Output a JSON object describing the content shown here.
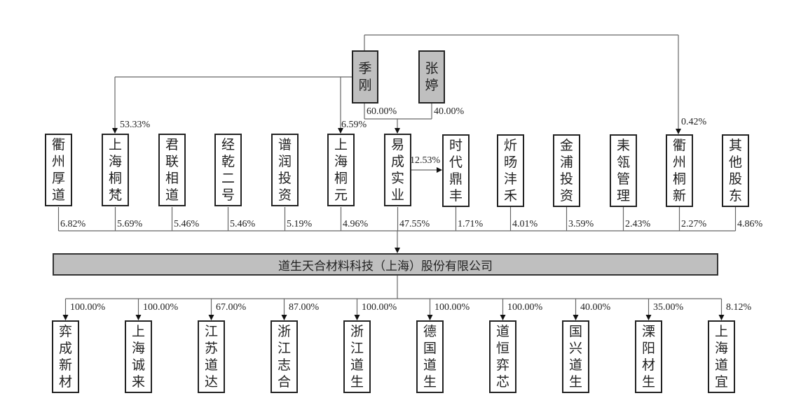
{
  "diagram_type": "equity-structure",
  "persons": [
    {
      "name": "季刚",
      "chars": [
        "季",
        "刚"
      ],
      "stake_in_yicheng": "60.00%"
    },
    {
      "name": "张婷",
      "chars": [
        "张",
        "婷"
      ],
      "stake_in_yicheng": "40.00%"
    }
  ],
  "jigang_other_stakes": [
    {
      "target": "上海桐梵",
      "pct": "53.33%"
    },
    {
      "target": "上海桐元",
      "pct": "6.59%"
    },
    {
      "target": "衢州桐新",
      "pct": "0.42%"
    }
  ],
  "yicheng_stake_in_shidai": "12.53%",
  "shareholders": [
    {
      "name": "衢州厚道",
      "chars": [
        "衢",
        "州",
        "厚",
        "道"
      ],
      "pct": "6.82%"
    },
    {
      "name": "上海桐梵",
      "chars": [
        "上",
        "海",
        "桐",
        "梵"
      ],
      "pct": "5.69%"
    },
    {
      "name": "君联相道",
      "chars": [
        "君",
        "联",
        "相",
        "道"
      ],
      "pct": "5.46%"
    },
    {
      "name": "经乾二号",
      "chars": [
        "经",
        "乾",
        "二",
        "号"
      ],
      "pct": "5.46%"
    },
    {
      "name": "谱润投资",
      "chars": [
        "谱",
        "润",
        "投",
        "资"
      ],
      "pct": "5.19%"
    },
    {
      "name": "上海桐元",
      "chars": [
        "上",
        "海",
        "桐",
        "元"
      ],
      "pct": "4.96%"
    },
    {
      "name": "易成实业",
      "chars": [
        "易",
        "成",
        "实",
        "业"
      ],
      "pct": "47.55%"
    },
    {
      "name": "时代鼎丰",
      "chars": [
        "时",
        "代",
        "鼎",
        "丰"
      ],
      "pct": "1.71%"
    },
    {
      "name": "炘旸沣禾",
      "chars": [
        "炘",
        "旸",
        "沣",
        "禾"
      ],
      "pct": "4.01%"
    },
    {
      "name": "金浦投资",
      "chars": [
        "金",
        "浦",
        "投",
        "资"
      ],
      "pct": "3.59%"
    },
    {
      "name": "耒瓴管理",
      "chars": [
        "耒",
        "瓴",
        "管",
        "理"
      ],
      "pct": "2.43%"
    },
    {
      "name": "衢州桐新",
      "chars": [
        "衢",
        "州",
        "桐",
        "新"
      ],
      "pct": "2.27%"
    },
    {
      "name": "其他股东",
      "chars": [
        "其",
        "他",
        "股",
        "东"
      ],
      "pct": "4.86%"
    }
  ],
  "company": {
    "name": "道生天合材料科技（上海）股份有限公司"
  },
  "subsidiaries": [
    {
      "name": "弈成新材",
      "chars": [
        "弈",
        "成",
        "新",
        "材"
      ],
      "pct": "100.00%"
    },
    {
      "name": "上海诚来",
      "chars": [
        "上",
        "海",
        "诚",
        "来"
      ],
      "pct": "100.00%"
    },
    {
      "name": "江苏道达",
      "chars": [
        "江",
        "苏",
        "道",
        "达"
      ],
      "pct": "67.00%"
    },
    {
      "name": "浙江志合",
      "chars": [
        "浙",
        "江",
        "志",
        "合"
      ],
      "pct": "87.00%"
    },
    {
      "name": "浙江道生",
      "chars": [
        "浙",
        "江",
        "道",
        "生"
      ],
      "pct": "100.00%"
    },
    {
      "name": "德国道生",
      "chars": [
        "德",
        "国",
        "道",
        "生"
      ],
      "pct": "100.00%"
    },
    {
      "name": "道恒弈芯",
      "chars": [
        "道",
        "恒",
        "弈",
        "芯"
      ],
      "pct": "100.00%"
    },
    {
      "name": "国兴道生",
      "chars": [
        "国",
        "兴",
        "道",
        "生"
      ],
      "pct": "40.00%"
    },
    {
      "name": "溧阳材生",
      "chars": [
        "溧",
        "阳",
        "材",
        "生"
      ],
      "pct": "35.00%"
    },
    {
      "name": "上海道宜",
      "chars": [
        "上",
        "海",
        "道",
        "宜"
      ],
      "pct": "8.12%"
    }
  ],
  "colors": {
    "person_fill": "#bfbfbf",
    "company_fill": "#bfbfbf",
    "line": "#666666",
    "border": "#222222"
  }
}
